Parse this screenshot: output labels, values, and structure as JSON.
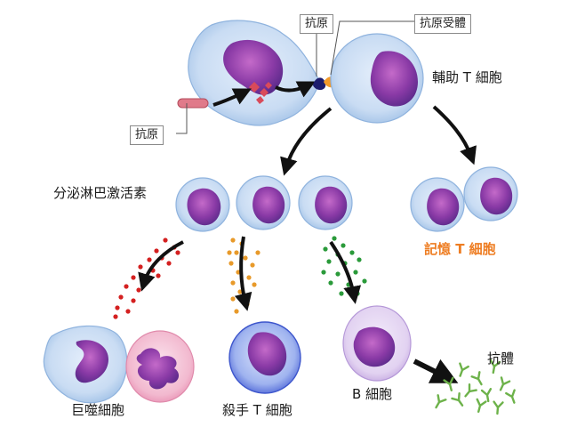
{
  "labels": {
    "antigen_box_top": "抗原",
    "antigen_receptor_box": "抗原受體",
    "antigen_box_left": "抗原",
    "helper_t": "輔助 T 細胞",
    "lymphokine": "分泌淋巴激活素",
    "memory_t": "記憶 T 細胞",
    "macrophage": "巨噬細胞",
    "killer_t": "殺手 T 細胞",
    "b_cell": "B 細胞",
    "antibody": "抗體"
  },
  "colors": {
    "cell_fill": "#c9dcf3",
    "cell_edge": "#8fb3de",
    "nucleus": "#8a3aa6",
    "red_dots": "#d42020",
    "orange_dots": "#e89a2a",
    "green_dots": "#2a9a3a",
    "antibody": "#6db24a",
    "memory_label": "#ee7d22",
    "arrow": "#111111"
  }
}
